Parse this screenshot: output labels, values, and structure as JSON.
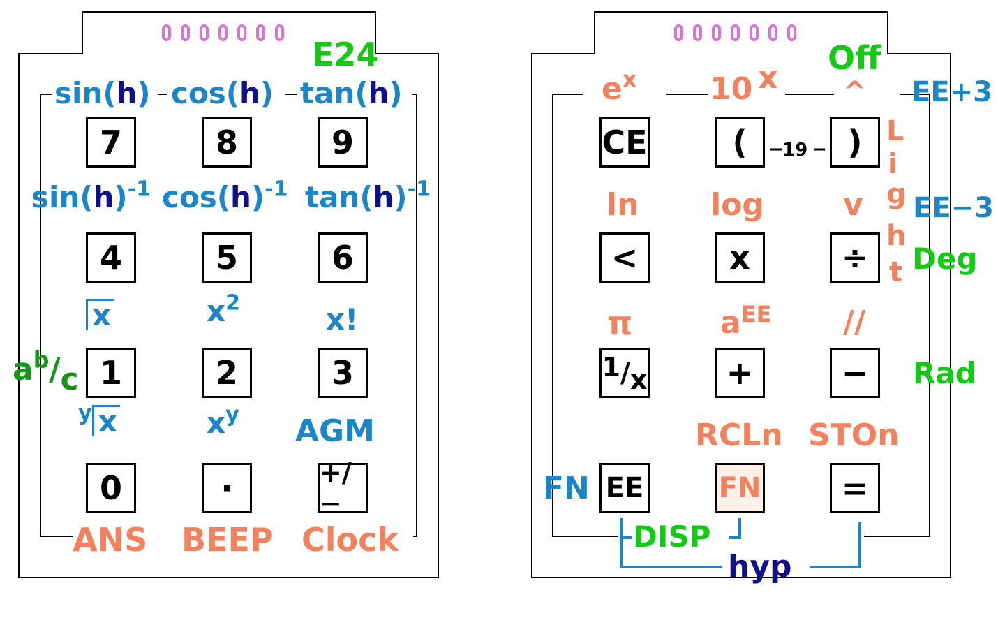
{
  "left": {
    "top_label": "E24",
    "fn_row1": [
      "sin(",
      "h",
      ")",
      "cos(",
      "h",
      ")",
      "tan(",
      "h",
      ")"
    ],
    "keys": [
      "7",
      "8",
      "9",
      "4",
      "5",
      "6",
      "1",
      "2",
      "3",
      "0",
      "·",
      "+/−"
    ],
    "inverse_base": [
      "sin(",
      "cos(",
      "tan("
    ],
    "inverse_h": "h",
    "inverse_exp": "-1",
    "row3": {
      "sqrt": "x",
      "square_base": "x",
      "square_exp": "2",
      "fact": "x!"
    },
    "row4": {
      "yroot_index": "y",
      "yroot_radicand": "x",
      "pow_base": "x",
      "pow_exp": "y",
      "agm": "AGM"
    },
    "frac": {
      "a": "a",
      "b": "b",
      "c": "c"
    },
    "bottom": [
      "ANS",
      "BEEP",
      "Clock"
    ]
  },
  "right": {
    "top": {
      "ex_base": "e",
      "ex_exp": "x",
      "tenx_base": "10",
      "tenx_exp": "x",
      "caret": "^",
      "off": "Off",
      "ee_plus": "EE+3"
    },
    "keys": {
      "ce": "CE",
      "lparen": "(",
      "rparen": ")",
      "lt": "<",
      "mul": "x",
      "div": "÷",
      "recip_num": "1",
      "recip_den": "x",
      "plus": "+",
      "minus": "−",
      "ee": "EE",
      "fn": "FN",
      "eq": "="
    },
    "mid_label": "19",
    "light": [
      "L",
      "i",
      "g",
      "h",
      "t"
    ],
    "row2_labels": [
      "ln",
      "log",
      "v"
    ],
    "ee_minus": "EE−3",
    "deg": "Deg",
    "row3_labels": {
      "pi": "π",
      "aee_base": "a",
      "aee_exp": "EE",
      "slashes": "//"
    },
    "rad": "Rad",
    "row4_labels": [
      "RCLn",
      "STOn"
    ],
    "fn_left": "FN",
    "disp": "DISP",
    "hyp": "hyp"
  },
  "colors": {
    "blue": "#1a86c8",
    "navy": "#10108a",
    "orange": "#f2825e",
    "green": "#14c814",
    "dark_green": "#149614",
    "dots": "#d873d8"
  }
}
